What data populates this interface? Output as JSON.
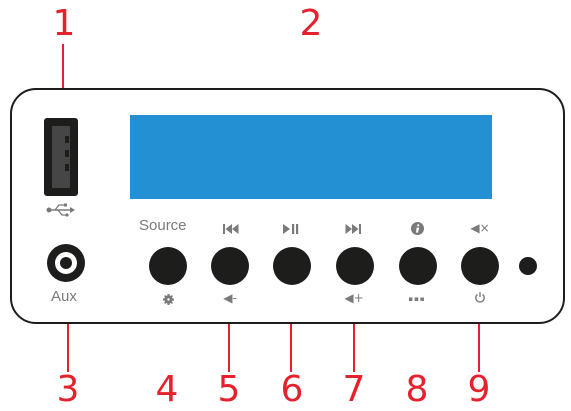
{
  "callouts": {
    "usb": "1",
    "display": "2",
    "aux": "3",
    "source": "4",
    "prev": "5",
    "play": "6",
    "next": "7",
    "info": "8",
    "mute": "9"
  },
  "labels": {
    "source": "Source",
    "aux": "Aux"
  },
  "glyphs": {
    "volume_down": "◀-",
    "volume_up": "◀+",
    "mute": "◀×",
    "dots": "▪▪▪"
  },
  "icons": {
    "usb_symbol": "usb-icon",
    "source_sub": "gear-icon",
    "prev_top": "skip-back-icon",
    "play_top": "play-pause-icon",
    "next_top": "skip-forward-icon",
    "info_top": "info-icon",
    "mute_sub": "power-icon"
  },
  "colors": {
    "callout": "#e4212d",
    "display": "#2490d4",
    "knob": "#1d1d1b",
    "label_gray": "#7a7a7a"
  }
}
